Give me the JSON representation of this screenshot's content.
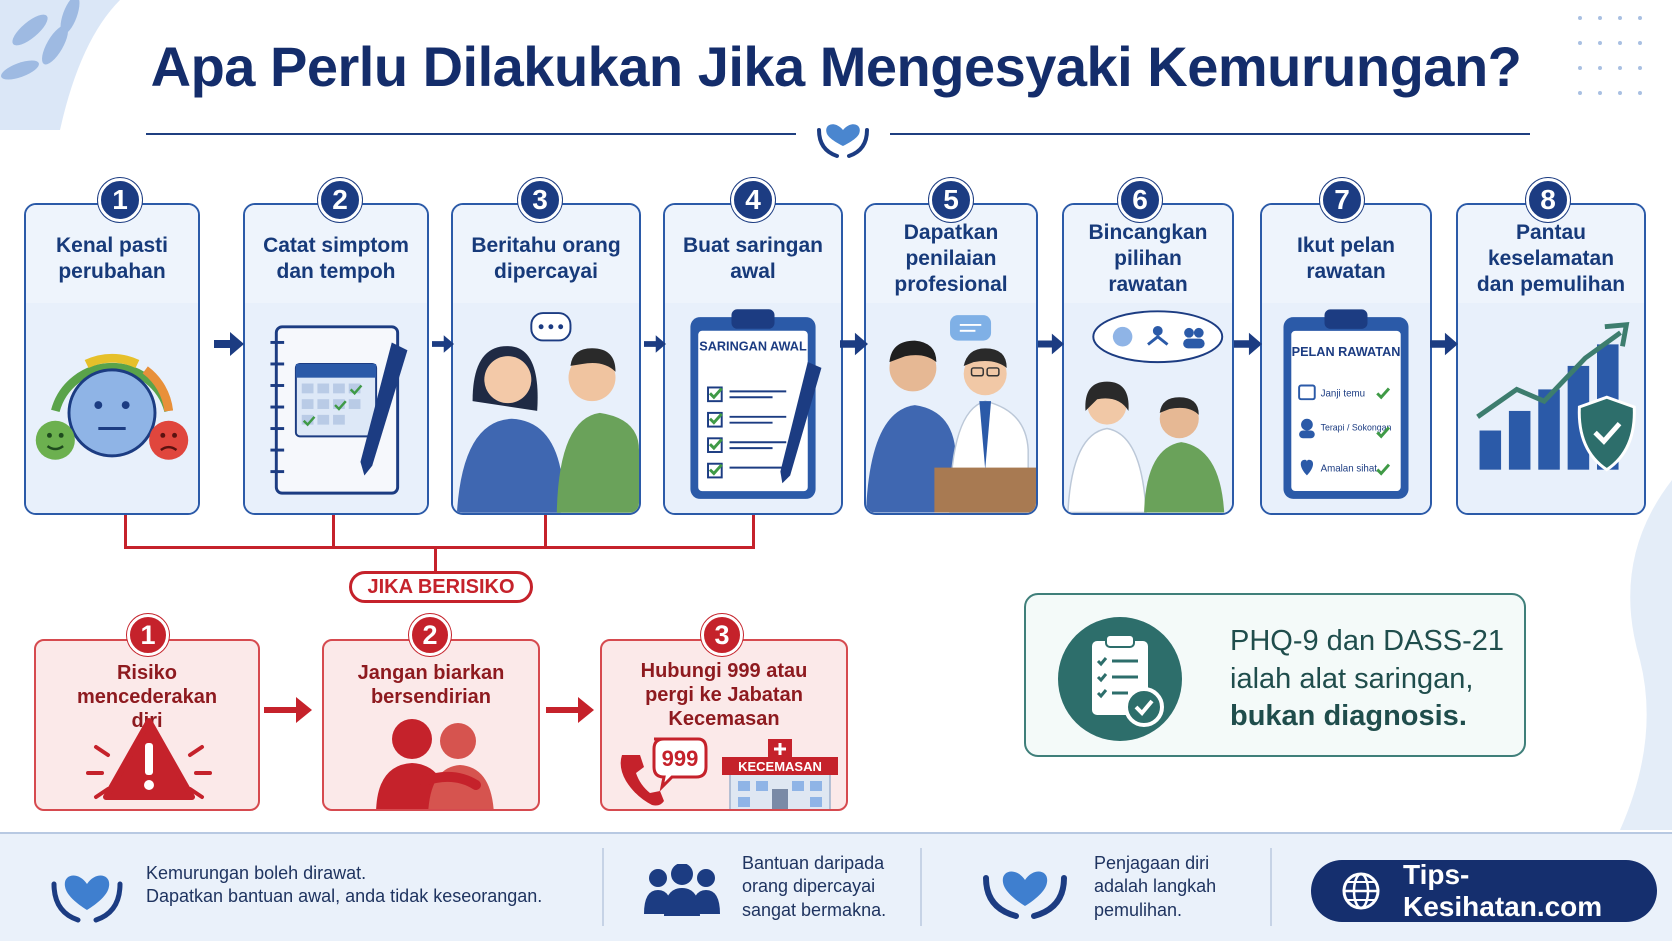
{
  "title": "Apa Perlu Dilakukan Jika Mengesyaki Kemurungan?",
  "steps": [
    {
      "num": "1",
      "label": "Kenal pasti perubahan"
    },
    {
      "num": "2",
      "label": "Catat simptom dan tempoh"
    },
    {
      "num": "3",
      "label": "Beritahu orang dipercayai"
    },
    {
      "num": "4",
      "label": "Buat saringan awal",
      "clipboard_title": "SARINGAN AWAL"
    },
    {
      "num": "5",
      "label": "Dapatkan penilaian profesional"
    },
    {
      "num": "6",
      "label": "Bincangkan pilihan rawatan"
    },
    {
      "num": "7",
      "label": "Ikut pelan rawatan",
      "clipboard_title": "PELAN RAWATAN",
      "clipboard_items": [
        "Janji temu",
        "Terapi / Sokongan",
        "Amalan sihat"
      ]
    },
    {
      "num": "8",
      "label": "Pantau keselamatan dan pemulihan"
    }
  ],
  "risk": {
    "tag": "JIKA BERISIKO",
    "items": [
      {
        "num": "1",
        "label": "Risiko mencederakan diri"
      },
      {
        "num": "2",
        "label": "Jangan biarkan bersendirian"
      },
      {
        "num": "3",
        "label": "Hubungi 999 atau pergi ke Jabatan Kecemasan",
        "phone": "999",
        "hospital_sign": "KECEMASAN"
      }
    ]
  },
  "note": {
    "line1": "PHQ-9 dan DASS-21",
    "line2": "ialah alat saringan,",
    "line3": "bukan diagnosis."
  },
  "footer": {
    "item1_line1": "Kemurungan boleh dirawat.",
    "item1_line2": "Dapatkan bantuan awal, anda tidak keseorangan.",
    "item2_line1": "Bantuan daripada",
    "item2_line2": "orang dipercayai",
    "item2_line3": "sangat bermakna.",
    "item3_line1": "Penjagaan diri",
    "item3_line2": "adalah langkah",
    "item3_line3": "pemulihan.",
    "site": "Tips-Kesihatan.com"
  },
  "colors": {
    "navy": "#1c3c82",
    "red": "#c5222b",
    "teal": "#2d6e6b",
    "light_blue": "#e8f0fb"
  }
}
